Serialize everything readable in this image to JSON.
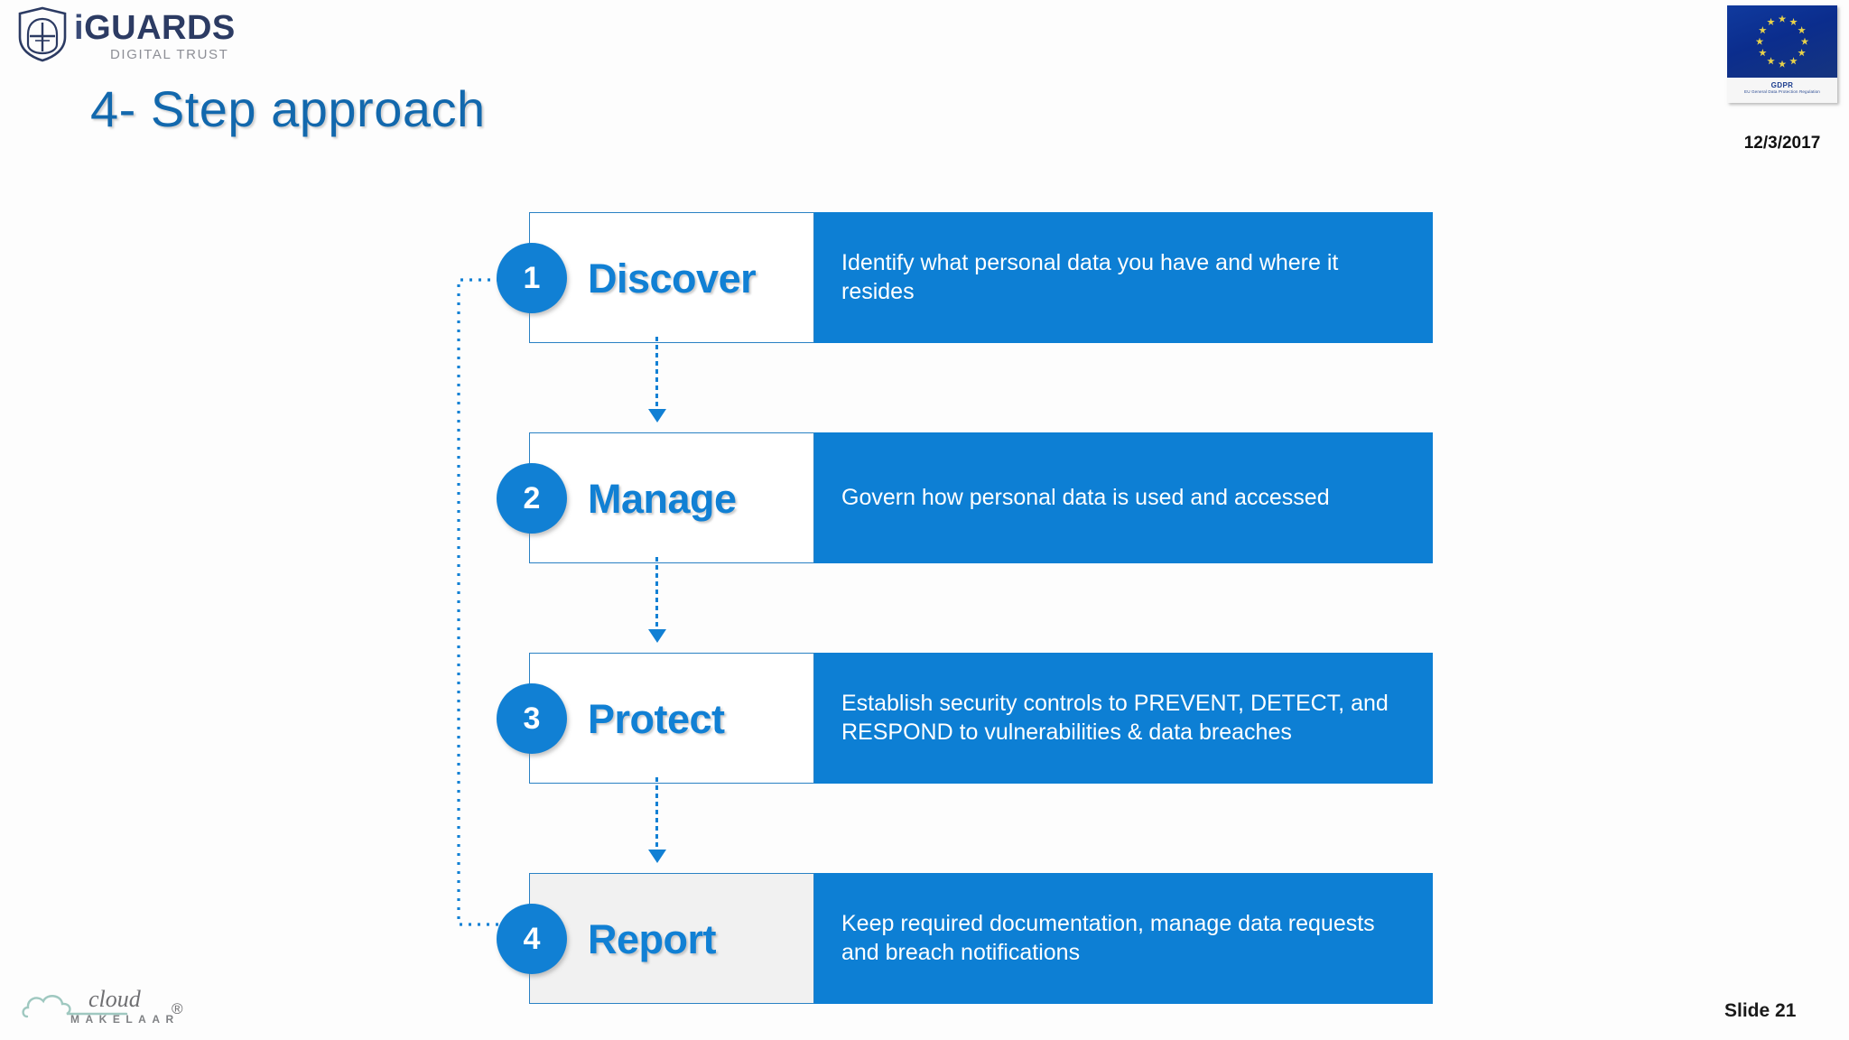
{
  "brand": {
    "name_lead": "i",
    "name_rest": "GUARDS",
    "tagline": "DIGITAL TRUST",
    "shield_icon": "shield-icon"
  },
  "title": "4- Step approach",
  "badge": {
    "flag_icon": "eu-flag-icon",
    "caption_title": "GDPR",
    "caption_sub": "EU General Data Protection Regulation",
    "date": "12/3/2017"
  },
  "colors": {
    "accent_blue": "#0d7fd4",
    "badge_blue": "#1180d4",
    "title_blue": "#1268ad",
    "border_blue": "#2a81c4",
    "panel_gray": "#f1f1f1",
    "flag_blue": "#0b2d8d",
    "star_gold": "#e8d24a"
  },
  "steps": [
    {
      "number": "1",
      "name": "Discover",
      "description": "Identify what personal data you have and where it resides",
      "panel_shade": "white"
    },
    {
      "number": "2",
      "name": "Manage",
      "description": "Govern how personal data is used and accessed",
      "panel_shade": "white"
    },
    {
      "number": "3",
      "name": "Protect",
      "description": "Establish security controls to PREVENT, DETECT, and RESPOND to vulnerabilities & data breaches",
      "panel_shade": "white"
    },
    {
      "number": "4",
      "name": "Report",
      "description": "Keep required documentation, manage data requests and breach notifications",
      "panel_shade": "gray"
    }
  ],
  "footer": {
    "cloud_word": "cloud",
    "cloud_sub": "MAKELAAR",
    "cloud_reg": "®",
    "slide_number": "Slide 21"
  }
}
